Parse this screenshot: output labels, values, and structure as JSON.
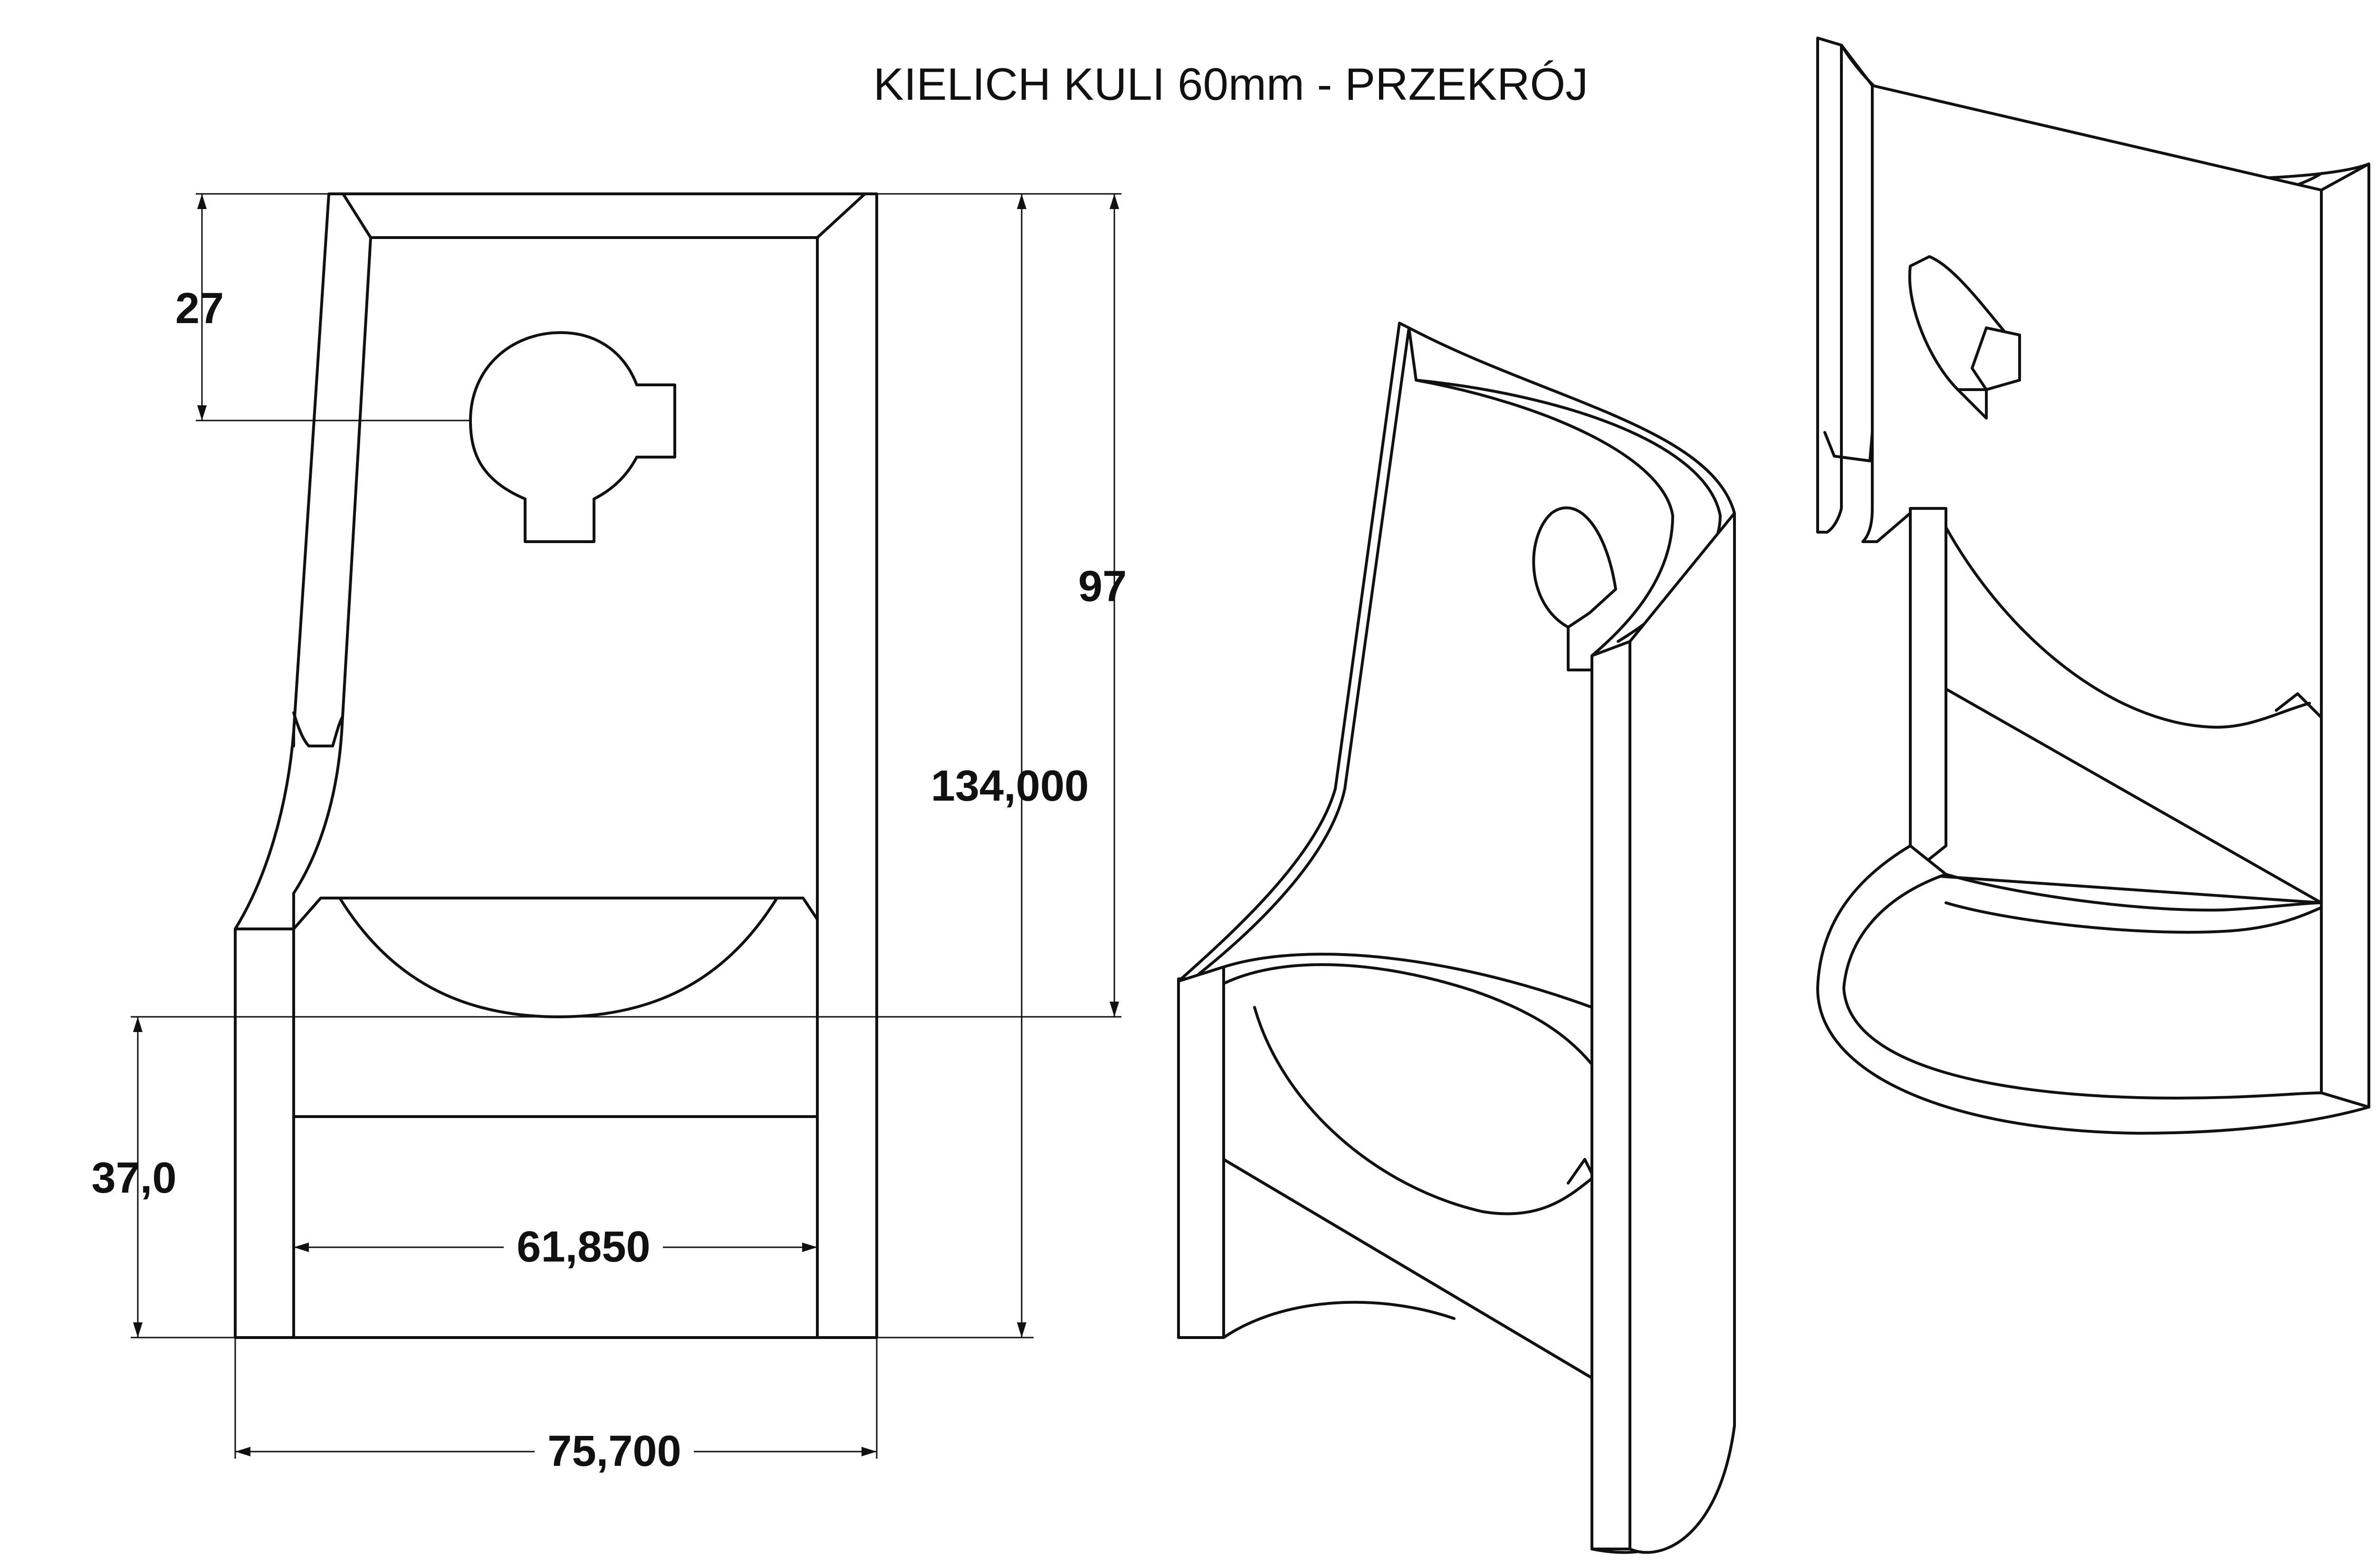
{
  "title": "KIELICH KULI 60mm - PRZEKRÓJ",
  "dimensions": {
    "top_offset": "27",
    "socket_depth": "97",
    "total_height": "134,000",
    "base_height": "37,0",
    "inner_width": "61,850",
    "outer_width": "75,700"
  },
  "colors": {
    "line": "#111111",
    "background": "#ffffff"
  }
}
